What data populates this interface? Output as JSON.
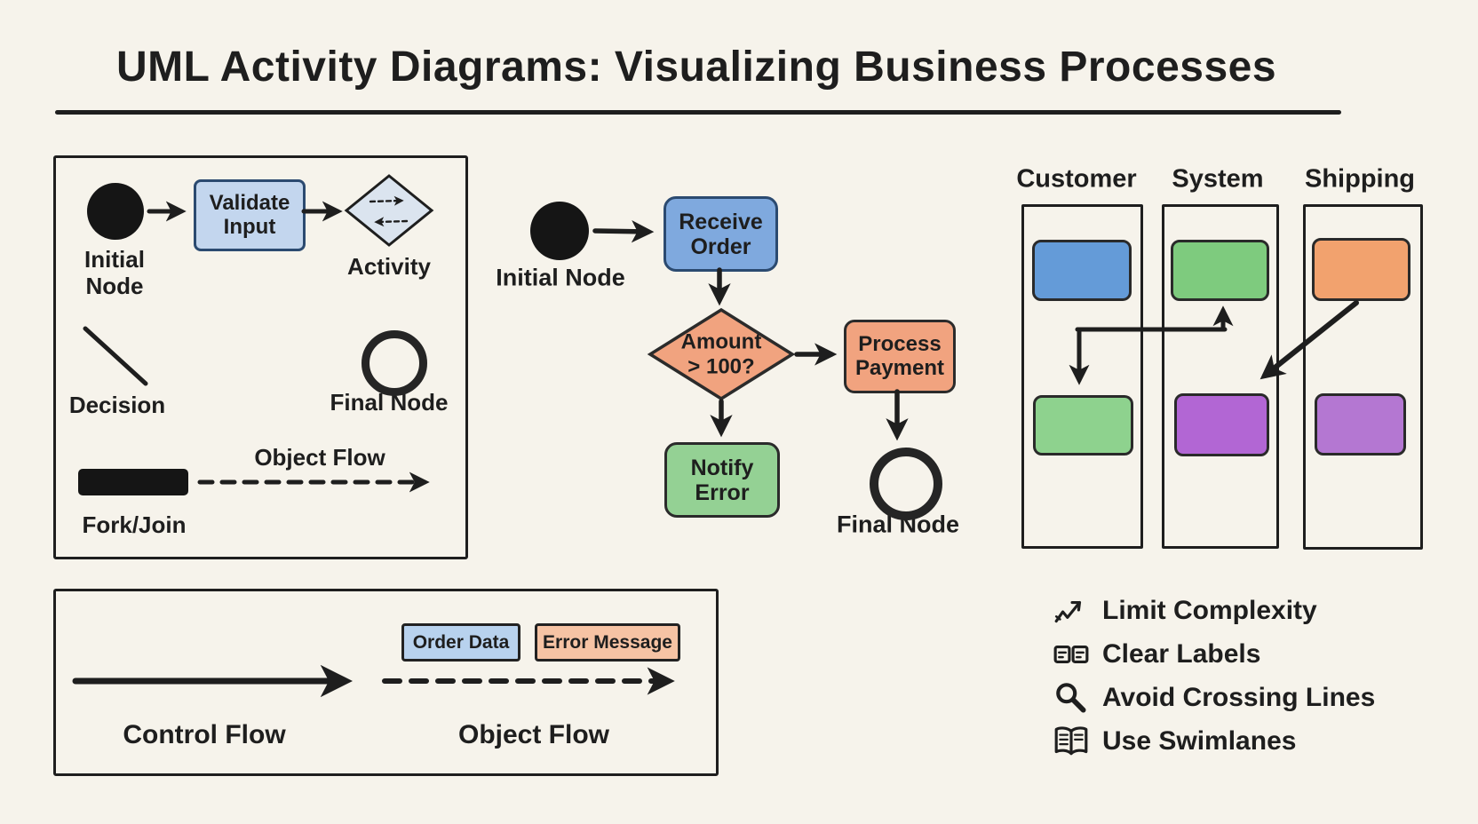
{
  "title": "UML Activity Diagrams: Visualizing Business Processes",
  "colors": {
    "paper": "#f6f3eb",
    "ink": "#1e1e1e",
    "blue": "#7fa9de",
    "blue_light": "#c3d6ee",
    "blue_pale": "#dbe4ef",
    "border_navy": "#2b4a70",
    "green": "#94d194",
    "orange": "#f1a37f",
    "orange_light": "#f6c3a4",
    "lane_blue": "#649bd8",
    "lane_green": "#7ecb7e",
    "lane_green2": "#8ed28e",
    "lane_orange": "#f2a26e",
    "purple": "#b266d4",
    "purple2": "#b477d2",
    "tag_blue": "#b8d2ee"
  },
  "legend": {
    "initial_node": "Initial\nNode",
    "validate_input": "Validate\nInput",
    "activity": "Activity",
    "decision": "Decision",
    "final_node": "Final Node",
    "fork_join": "Fork/Join",
    "object_flow": "Object Flow"
  },
  "flow": {
    "initial_node": "Initial Node",
    "receive_order": "Receive\nOrder",
    "decision": "Amount\n> 100?",
    "process_payment": "Process\nPayment",
    "notify_error": "Notify\nError",
    "final_node": "Final Node"
  },
  "swimlanes": {
    "lanes": [
      {
        "label": "Customer"
      },
      {
        "label": "System"
      },
      {
        "label": "Shipping"
      }
    ]
  },
  "flows_panel": {
    "control_flow": "Control Flow",
    "object_flow": "Object Flow",
    "order_data": "Order Data",
    "error_message": "Error Message"
  },
  "tips": {
    "items": [
      {
        "icon": "trend-arrow-icon",
        "label": "Limit Complexity"
      },
      {
        "icon": "labels-icon",
        "label": "Clear Labels"
      },
      {
        "icon": "magnifier-icon",
        "label": "Avoid Crossing Lines"
      },
      {
        "icon": "open-book-icon",
        "label": "Use Swimlanes"
      }
    ]
  }
}
